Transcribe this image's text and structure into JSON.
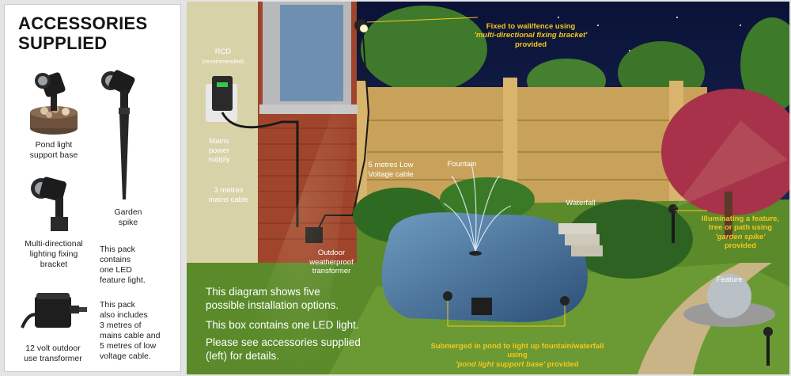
{
  "left_panel": {
    "title": "ACCESSORIES\nSUPPLIED",
    "items": [
      {
        "icon": "pond-light-support-base-icon",
        "caption": "Pond light\nsupport base"
      },
      {
        "icon": "garden-spike-icon",
        "caption": "Garden\nspike"
      },
      {
        "icon": "multi-directional-bracket-icon",
        "caption": "Multi-directional\nlighting fixing\nbracket"
      },
      {
        "icon": "transformer-icon",
        "caption": "12 volt outdoor\nuse transformer"
      }
    ],
    "pack_text_1": "This pack\ncontains\none LED\nfeature light.",
    "pack_text_2": "This pack\nalso includes\n3 metres of\nmains cable and\n5 metres of low\nvoltage cable."
  },
  "scene": {
    "labels": {
      "rcd": "RCD",
      "rcd_note": "(recommended)",
      "mains_power": "Mains\npower\nsupply",
      "mains_cable": "3 metres\nmains cable",
      "low_voltage": "5 metres Low\nVoltage cable",
      "fountain": "Fountain",
      "waterfall": "Waterfall",
      "transformer": "Outdoor\nweatherproof\ntransformer",
      "feature": "Feature"
    },
    "callouts": {
      "wall": {
        "text": "Fixed to wall/fence using",
        "italic": "'multi-directional fixing bracket'",
        "tail": "provided"
      },
      "illuminating": {
        "text": "Illuminating a feature, tree or path using",
        "italic": "'garden spike'",
        "tail": "provided"
      },
      "pond": {
        "text": "Submerged in pond to light up fountain/waterfall using",
        "italic": "'pond light support base'",
        "tail": "provided"
      }
    },
    "info_lines": [
      "This diagram shows five\npossible installation options.",
      "This box contains one LED light.",
      "Please see accessories supplied\n(left) for details."
    ]
  },
  "colors": {
    "accent": "#f6c71a",
    "sky": "#0e1640",
    "grass": "#5a8a2a",
    "fence": "#c8a25a",
    "brick": "#a0452c"
  }
}
